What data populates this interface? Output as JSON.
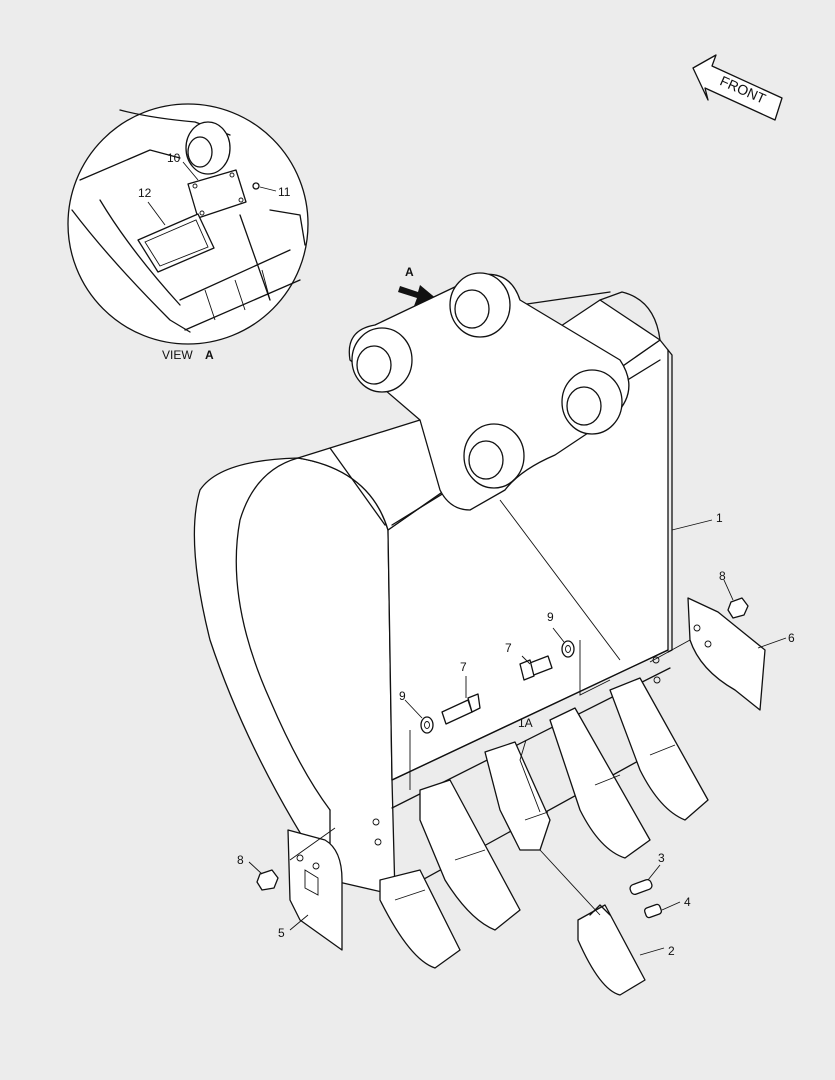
{
  "view_label": "VIEW",
  "view_letter": "A",
  "arrow_letter": "A",
  "front_label": "FRONT",
  "callouts": {
    "c1": "1",
    "c1a": "1A",
    "c2": "2",
    "c3": "3",
    "c4": "4",
    "c5": "5",
    "c6": "6",
    "c7a": "7",
    "c7b": "7",
    "c8a": "8",
    "c8b": "8",
    "c9a": "9",
    "c9b": "9",
    "c10": "10",
    "c11": "11",
    "c12": "12"
  },
  "colors": {
    "background": "#ececec",
    "line": "#111111"
  }
}
